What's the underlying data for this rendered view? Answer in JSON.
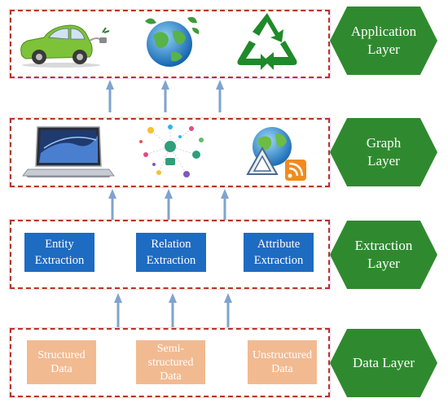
{
  "layers": [
    {
      "id": "application",
      "label": "Application\nLayer"
    },
    {
      "id": "graph",
      "label": "Graph\nLayer"
    },
    {
      "id": "extraction",
      "label": "Extraction\nLayer"
    },
    {
      "id": "data",
      "label": "Data Layer"
    }
  ],
  "extraction_boxes": [
    {
      "label": "Entity\nExtraction"
    },
    {
      "label": "Relation\nExtraction"
    },
    {
      "label": "Attribute\nExtraction"
    }
  ],
  "data_boxes": [
    {
      "label": "Structured\nData"
    },
    {
      "label": "Semi-\nstructured\nData"
    },
    {
      "label": "Unstructured\nData"
    }
  ],
  "icons": {
    "application": [
      "electric-car-icon",
      "globe-icon",
      "recycle-icon"
    ],
    "graph": [
      "laptop-icon",
      "network-icon",
      "web-globe-rss-icon"
    ]
  },
  "colors": {
    "pill_green": "#2f8a2f",
    "box_blue": "#1e6bc2",
    "box_orange": "#f2ba91",
    "arrow_blue": "#7fa3cf",
    "dashed_red": "#b5352a"
  }
}
